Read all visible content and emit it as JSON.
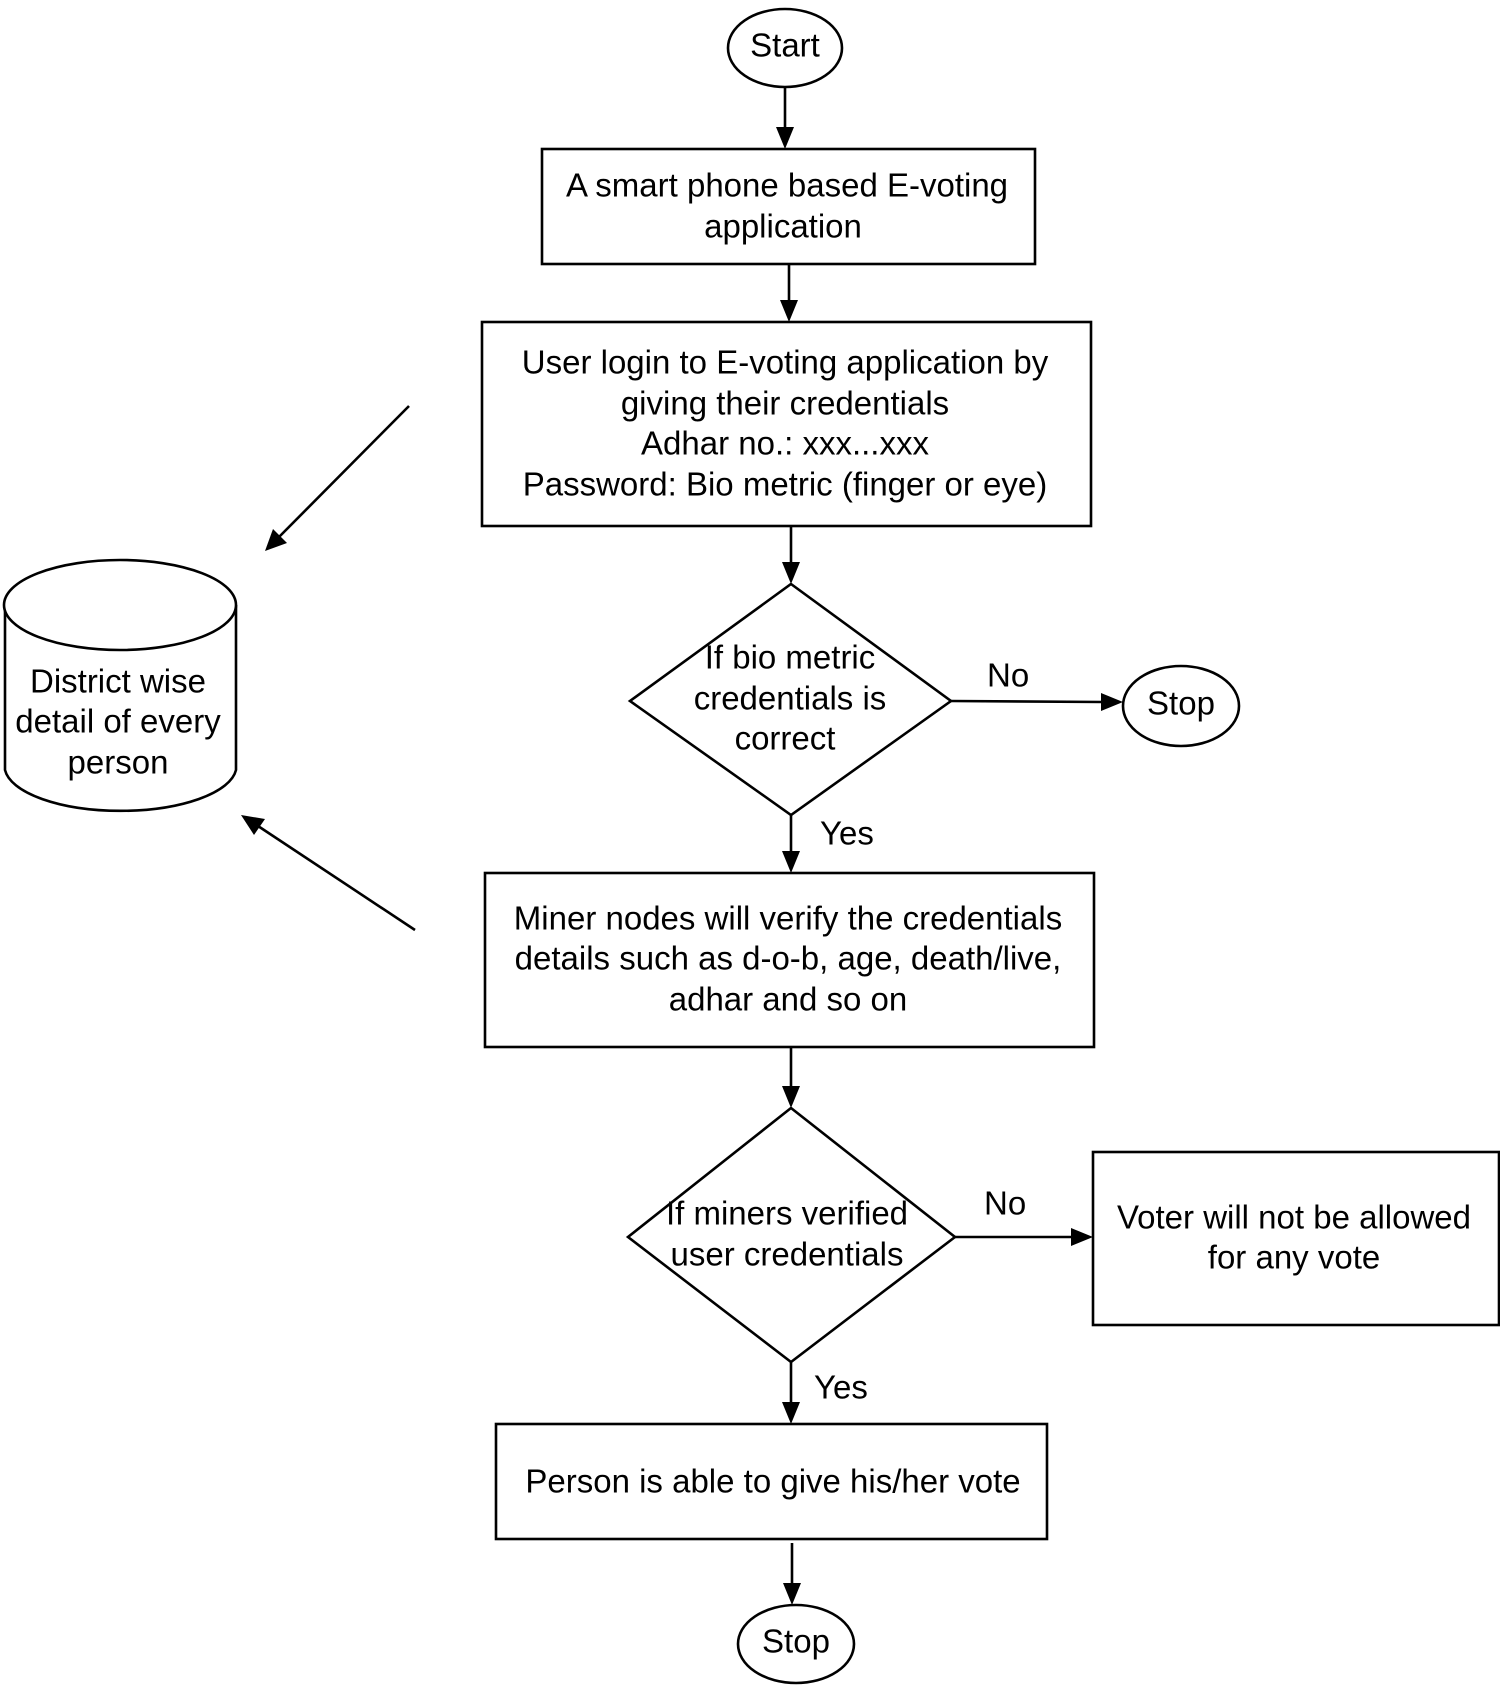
{
  "flowchart": {
    "start": {
      "text": "Start"
    },
    "app": {
      "lines": [
        "A smart phone based E-voting",
        "application"
      ]
    },
    "login": {
      "lines": [
        "User login to E-voting application by",
        "giving their credentials",
        "Adhar no.: xxx...xxx",
        "Password: Bio metric (finger or eye)"
      ]
    },
    "biometric_check": {
      "lines": [
        "If bio metric",
        "credentials is",
        "correct"
      ]
    },
    "stop_first": {
      "text": "Stop"
    },
    "miner_verify": {
      "lines": [
        "Miner nodes will verify the credentials",
        "details such as d-o-b, age, death/live,",
        "adhar and so on"
      ]
    },
    "miner_check": {
      "lines": [
        "If miners verified",
        "user credentials"
      ]
    },
    "not_allowed": {
      "lines": [
        "Voter will not be allowed",
        "for any vote"
      ]
    },
    "vote": {
      "text": "Person is able to give his/her vote"
    },
    "stop_final": {
      "text": "Stop"
    },
    "database": {
      "lines": [
        "District wise",
        "detail of every",
        "person"
      ]
    },
    "edge_labels": {
      "bio_no": "No",
      "bio_yes": "Yes",
      "miner_no": "No",
      "miner_yes": "Yes"
    }
  }
}
